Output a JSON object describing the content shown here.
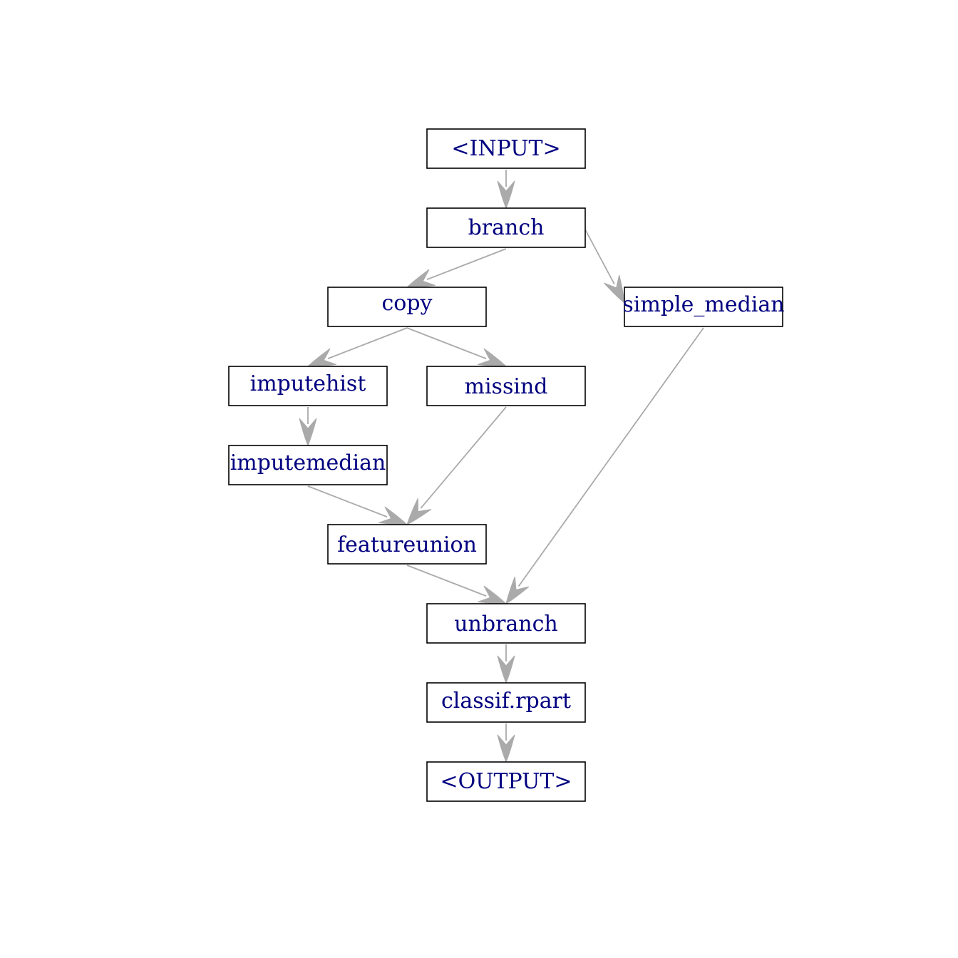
{
  "diagram": {
    "nodes": {
      "input": "<INPUT>",
      "branch": "branch",
      "copy": "copy",
      "simple_median": "simple_median",
      "imputehist": "imputehist",
      "missind": "missind",
      "imputemedian": "imputemedian",
      "featureunion": "featureunion",
      "unbranch": "unbranch",
      "classif_rpart": "classif.rpart",
      "output": "<OUTPUT>"
    },
    "edges": [
      [
        "input",
        "branch"
      ],
      [
        "branch",
        "copy"
      ],
      [
        "branch",
        "simple_median"
      ],
      [
        "copy",
        "imputehist"
      ],
      [
        "copy",
        "missind"
      ],
      [
        "imputehist",
        "imputemedian"
      ],
      [
        "imputemedian",
        "featureunion"
      ],
      [
        "missind",
        "featureunion"
      ],
      [
        "featureunion",
        "unbranch"
      ],
      [
        "simple_median",
        "unbranch"
      ],
      [
        "unbranch",
        "classif_rpart"
      ],
      [
        "classif_rpart",
        "output"
      ]
    ],
    "colors": {
      "label": "#000080",
      "edge": "#aaaaaa",
      "border": "#000000"
    }
  }
}
